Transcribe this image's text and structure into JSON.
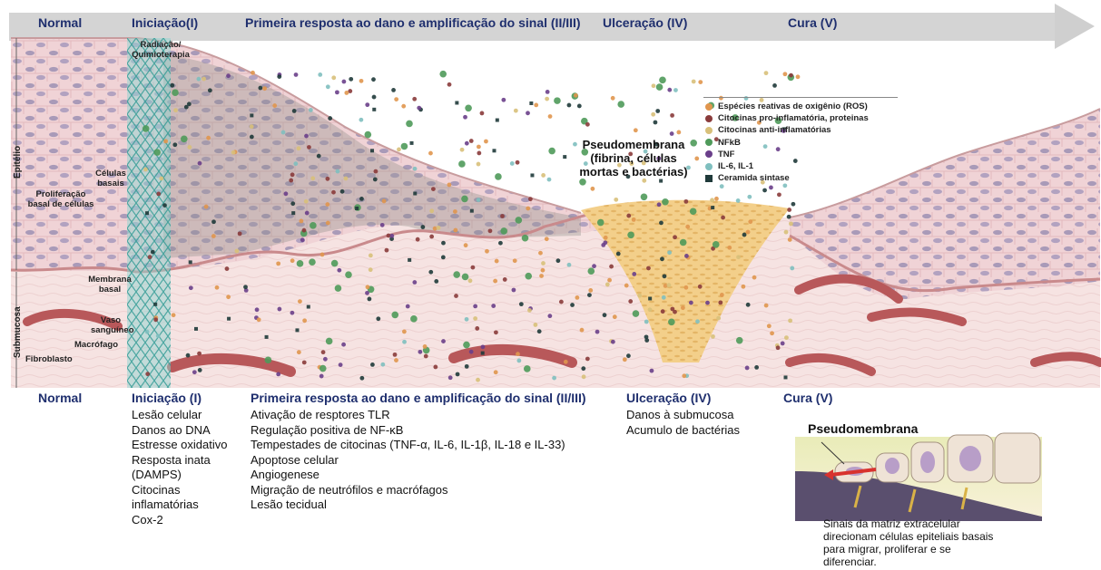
{
  "phases_top": [
    "Normal",
    "Iniciação(I)",
    "Primeira resposta ao dano e amplificação do sinal (II/III)",
    "Ulceração (IV)",
    "Cura (V)"
  ],
  "radiation_label": [
    "Radiação/",
    "Quimioterapia"
  ],
  "tissue_labels": {
    "epitelio": "Epitélio",
    "submucosa": "Submucosa",
    "celulas_basais": [
      "Células",
      "basais"
    ],
    "proliferacao": [
      "Proliferação",
      "basal de células"
    ],
    "membrana_basal": [
      "Membrana",
      "basal"
    ],
    "vaso": [
      "Vaso",
      "sanguíneo"
    ],
    "macrofago": "Macrófago",
    "fibroblasto": "Fibroblasto"
  },
  "legend": [
    {
      "label": "Espécies reativas de oxigênio (ROS)",
      "color": "#e0964e",
      "shape": "circle"
    },
    {
      "label": "Citocinas pro-inflamatória, proteinas",
      "color": "#8a3b3b",
      "shape": "circle"
    },
    {
      "label": "Citocinas anti-inflamatórias",
      "color": "#d8c07a",
      "shape": "circle"
    },
    {
      "label": "NFkB",
      "color": "#4f9a5a",
      "shape": "circle"
    },
    {
      "label": "TNF",
      "color": "#6a3f8a",
      "shape": "circle"
    },
    {
      "label": "IL-6, IL-1",
      "color": "#7fbfbf",
      "shape": "circle"
    },
    {
      "label": "Ceramida sintase",
      "color": "#1f3a3a",
      "shape": "square"
    }
  ],
  "pseudomembrane_label": [
    "Pseudomembrana",
    "(fibrina, células",
    "mortas e bactérias)"
  ],
  "phases_bottom": {
    "normal": {
      "title": "Normal"
    },
    "iniciacao": {
      "title": "Iniciação (I)",
      "items": [
        "Lesão celular",
        "Danos ao DNA",
        "Estresse oxidativo",
        "Resposta inata",
        "(DAMPS)",
        "Citocinas",
        "inflamatórias",
        "Cox-2"
      ]
    },
    "primeira": {
      "title": "Primeira resposta ao dano e amplificação do sinal (II/III)",
      "items": [
        "Ativação de resptores TLR",
        "Regulação positiva de  NF-κB",
        "Tempestades de citocinas (TNF-α, IL-6, IL-1β, IL-18 e IL-33)",
        "Apoptose celular",
        "Angiogenese",
        "Migração de neutrófilos e macrófagos",
        "Lesão tecidual"
      ]
    },
    "ulceracao": {
      "title": "Ulceração (IV)",
      "items": [
        "Danos à submucosa",
        "Acumulo de bactérias"
      ]
    },
    "cura": {
      "title": "Cura (V)"
    }
  },
  "inset": {
    "title": "Pseudomembrana",
    "caption": [
      "Sinais da matriz extracelular",
      "direcionam células epiteliais basais",
      "para migrar, proliferar e se",
      "diferenciar."
    ]
  },
  "colors": {
    "arrow": "#c8c8c8",
    "phase_text": "#1f2f6e",
    "epithelium": "#f2d6d8",
    "submucosa": "#f6e3e2",
    "pseudomembrane": "#f3cf8a",
    "vessel": "#b8585a"
  }
}
